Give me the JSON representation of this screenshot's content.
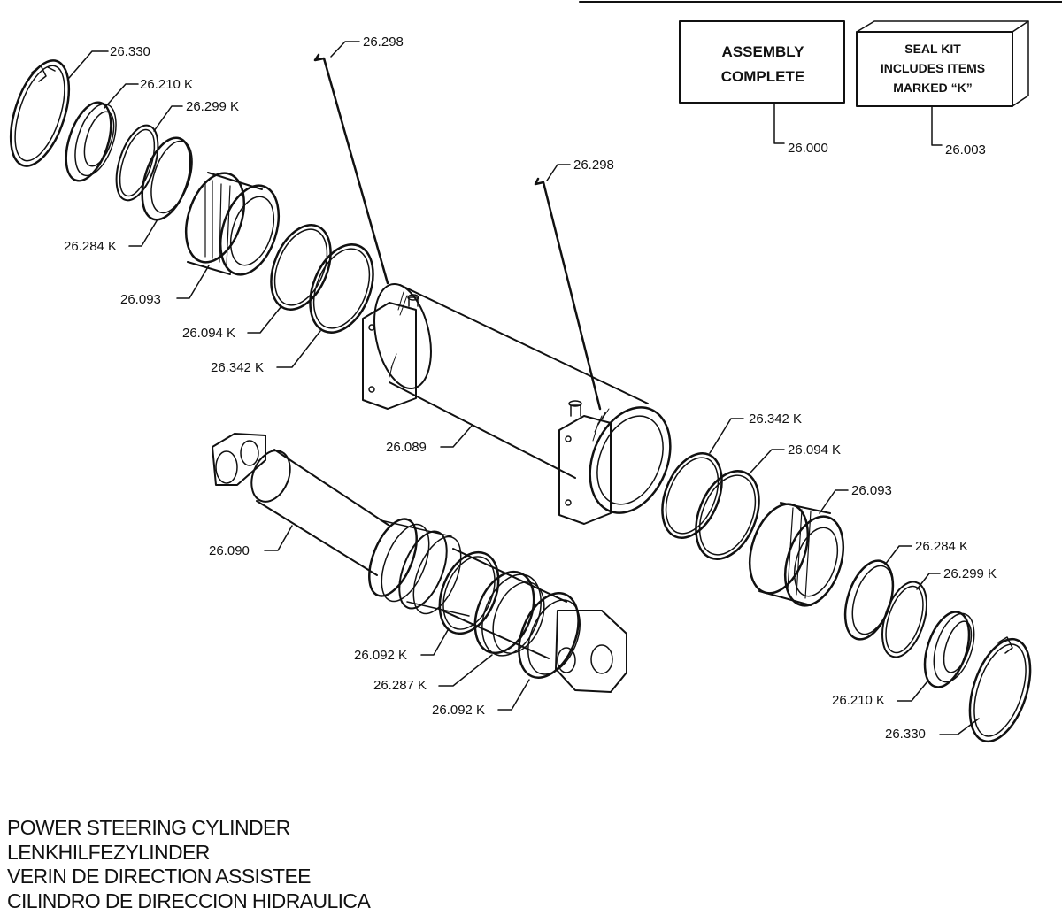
{
  "info_boxes": {
    "assembly": {
      "line1": "ASSEMBLY",
      "line2": "COMPLETE",
      "ref": "26.000"
    },
    "seal_kit": {
      "line1": "SEAL KIT",
      "line2": "INCLUDES ITEMS",
      "line3": "MARKED “K”",
      "ref": "26.003"
    }
  },
  "callouts": {
    "snap_ring_left": "26.330",
    "seal_left": "26.210 K",
    "oring_left": "26.299 K",
    "wiper_left": "26.284 K",
    "gland_left": "26.093",
    "oring_094_left": "26.094 K",
    "backup_342_left": "26.342 K",
    "pin_left": "26.298",
    "pin_right": "26.298",
    "cylinder_body": "26.089",
    "rod": "26.090",
    "piston_seal_a": "26.092 K",
    "piston_ring": "26.287 K",
    "piston_seal_b": "26.092 K",
    "backup_342_right": "26.342 K",
    "oring_094_right": "26.094 K",
    "gland_right": "26.093",
    "wiper_right": "26.284 K",
    "oring_right": "26.299 K",
    "seal_right": "26.210 K",
    "snap_ring_right": "26.330"
  },
  "titles": [
    "POWER STEERING CYLINDER",
    "LENKHILFEZYLINDER",
    "VERIN DE DIRECTION ASSISTEE",
    "CILINDRO DE DIRECCION HIDRAULICA"
  ]
}
